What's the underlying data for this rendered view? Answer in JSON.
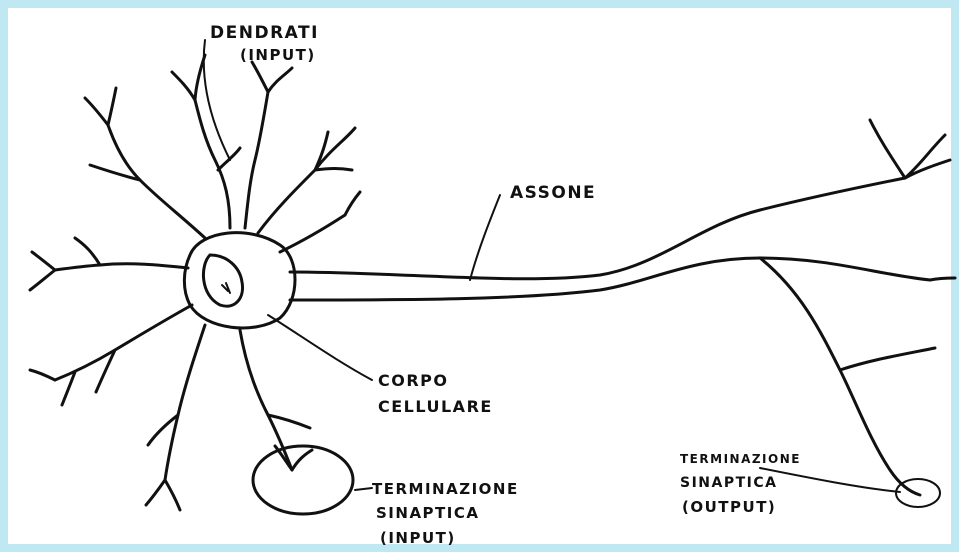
{
  "labels": {
    "dendriti_line1": "DENDRATI",
    "dendriti_line2": "(INPUT)",
    "assone": "ASSONE",
    "corpo_line1": "CORPO",
    "corpo_line2": "CELLULARE",
    "term_in_line1": "TERMINAZIONE",
    "term_in_line2": "SINAPTICA",
    "term_in_line3": "(INPUT)",
    "term_out_line1": "TERMINAZIONE",
    "term_out_line2": "SINAPTICA",
    "term_out_line3": "(OUTPUT)"
  },
  "colors": {
    "frame": "#bfe8f2",
    "ink": "#111111",
    "paper": "#ffffff"
  }
}
